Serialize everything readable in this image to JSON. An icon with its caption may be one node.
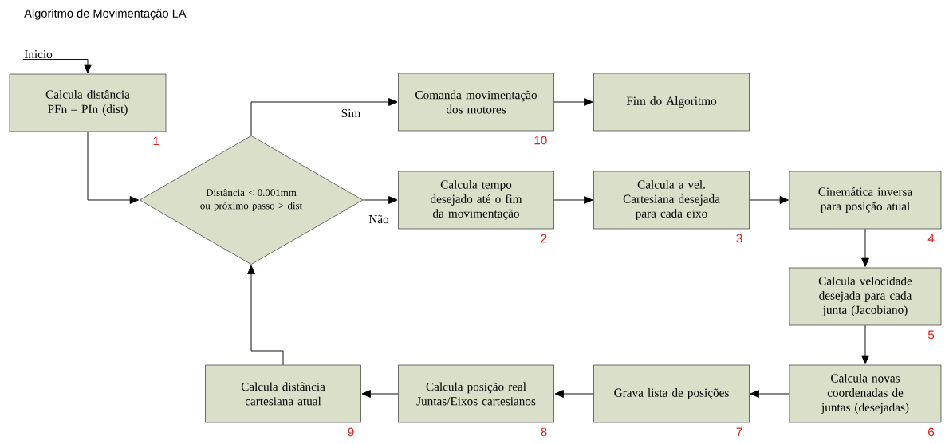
{
  "diagram": {
    "title": "Algoritmo de Movimentação LA",
    "nodes": [
      {
        "text": [
          "Inicio"
        ]
      },
      {
        "text": [
          "Calcula distância PFn – PIn (dist)"
        ],
        "beside": [
          "1"
        ]
      },
      {
        "text": [
          "Comanda movimentação dos motores"
        ],
        "beside": [
          "10"
        ]
      },
      {
        "text": [
          "Fim do Algoritmo"
        ]
      },
      {
        "text": [
          "Distância < 0.001mm ou próximo passo > dist"
        ]
      },
      {
        "text": [
          "Calcula tempo desejado até o fim da movimentação"
        ],
        "beside": [
          "2"
        ]
      },
      {
        "text": [
          "Calcula a vel. Cartesiana desejada para cada eixo"
        ],
        "beside": [
          "3"
        ]
      },
      {
        "text": [
          "Cinemática inversa para posição atual"
        ],
        "beside": [
          "4"
        ]
      },
      {
        "text": [
          "Calcula velocidade desejada para cada junta (Jacobiano)"
        ],
        "beside": [
          "5"
        ]
      },
      {
        "text": [
          "Calcula novas coordenadas de juntas (desejadas)"
        ],
        "beside": [
          "6"
        ]
      },
      {
        "text": [
          "Grava lista de posições"
        ],
        "beside": [
          "7"
        ]
      },
      {
        "text": [
          "Calcula posição real Juntas/Eixos cartesianos"
        ],
        "beside": [
          "8"
        ]
      },
      {
        "text": [
          "Calcula distância cartesiana atual"
        ],
        "beside": [
          "9"
        ]
      }
    ],
    "edges": [
      {
        "from": 0,
        "to": 1,
        "arrow": "to"
      },
      {
        "from": 1,
        "to": 4,
        "arrow": "to"
      },
      {
        "from": 4,
        "to": 2,
        "arrow": "to",
        "label": "Sim"
      },
      {
        "from": 2,
        "to": 3,
        "arrow": "to"
      },
      {
        "from": 4,
        "to": 5,
        "arrow": "to",
        "label": "Não"
      },
      {
        "from": 5,
        "to": 6,
        "arrow": "to"
      },
      {
        "from": 6,
        "to": 7,
        "arrow": "to"
      },
      {
        "from": 7,
        "to": 8,
        "arrow": "to"
      },
      {
        "from": 8,
        "to": 9,
        "arrow": "to"
      },
      {
        "from": 9,
        "to": 10,
        "arrow": "to"
      },
      {
        "from": 10,
        "to": 11,
        "arrow": "to"
      },
      {
        "from": 11,
        "to": 12,
        "arrow": "to"
      },
      {
        "from": 12,
        "to": 4,
        "arrow": "to"
      }
    ]
  }
}
